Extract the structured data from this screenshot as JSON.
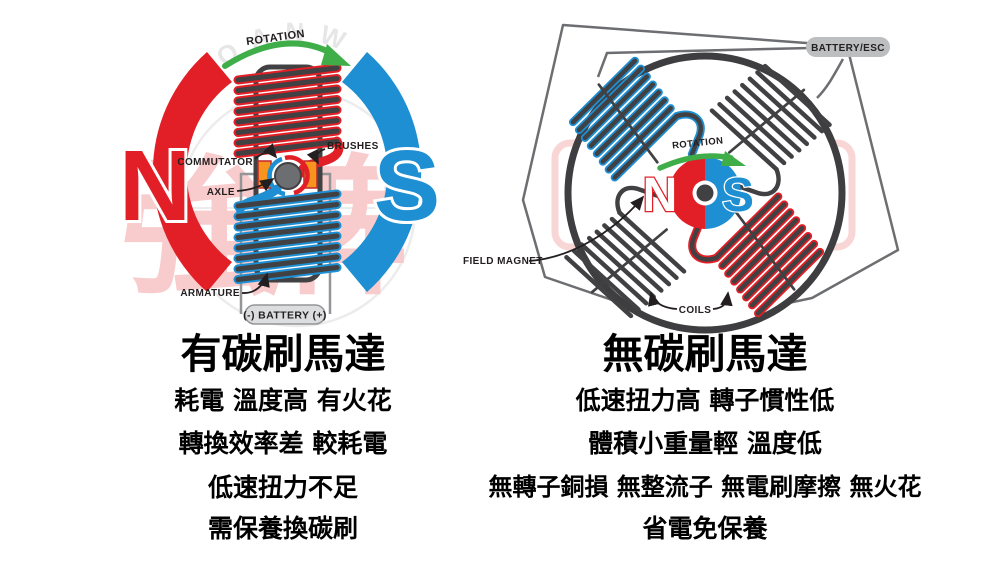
{
  "watermark": {
    "char1": "強",
    "char2": "牌",
    "arc_text": "JOANW",
    "taiwan": "TAIWAN"
  },
  "colors": {
    "red": "#E21F26",
    "blue": "#1E8FD2",
    "green": "#3FAE49",
    "charcoal": "#414042",
    "orange": "#F7941D",
    "gray_wire": "#6D6E71"
  },
  "left_diagram": {
    "labels": {
      "rotation": "ROTATION",
      "commutator": "COMMUTATOR",
      "brushes": "BRUSHES",
      "axle": "AXLE",
      "armature": "ARMATURE",
      "battery": "(-) BATTERY (+)",
      "n": "N",
      "s": "S"
    },
    "title": "有碳刷馬達",
    "points": [
      "耗電 溫度高 有火花",
      "轉換效率差 較耗電",
      "低速扭力不足",
      "需保養換碳刷"
    ]
  },
  "right_diagram": {
    "labels": {
      "battery_esc": "BATTERY/ESC",
      "rotation": "ROTATION",
      "field_magnet": "FIELD MAGNET",
      "coils": "COILS",
      "n": "N",
      "s": "S"
    },
    "title": "無碳刷馬達",
    "points": [
      "低速扭力高 轉子慣性低",
      "體積小重量輕 溫度低",
      "無轉子銅損 無整流子 無電刷摩擦 無火花",
      "省電免保養"
    ]
  }
}
